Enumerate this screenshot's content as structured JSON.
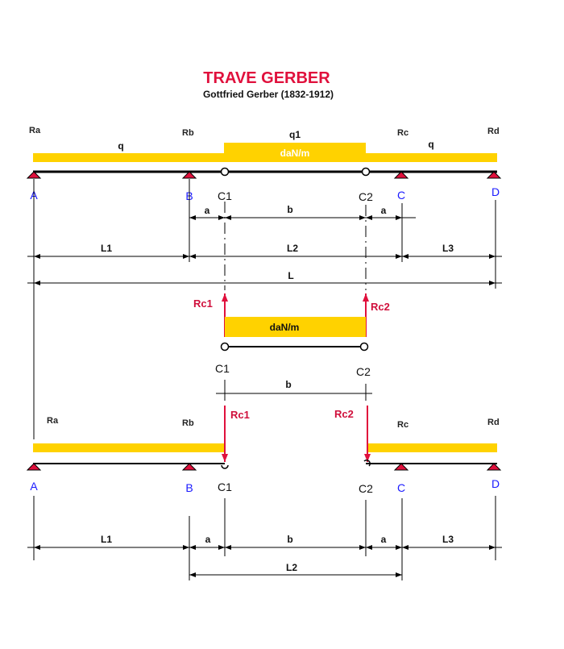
{
  "header": {
    "title": "TRAVE GERBER",
    "subtitle": "Gottfried Gerber (1832-1912)"
  },
  "colors": {
    "load": "#ffd200",
    "force": "#e0103c",
    "support": "#e0103c",
    "node": "#1a1aff",
    "beam": "#000000"
  },
  "top": {
    "reactions": {
      "ra": "Ra",
      "rb": "Rb",
      "rc": "Rc",
      "rd": "Rd"
    },
    "loads": {
      "q_left": "q",
      "q1": "q1",
      "q1_unit": "daN/m",
      "q_right": "q"
    },
    "nodes": {
      "a": "A",
      "b": "B",
      "c1": "C1",
      "c2": "C2",
      "c": "C",
      "d": "D"
    },
    "dims": {
      "a_left": "a",
      "b": "b",
      "a_right": "a",
      "l1": "L1",
      "l2": "L2",
      "l3": "L3",
      "l": "L"
    }
  },
  "middle": {
    "forces": {
      "rc1": "Rc1",
      "rc2": "Rc2"
    },
    "load_unit": "daN/m",
    "nodes": {
      "c1": "C1",
      "c2": "C2"
    },
    "dims": {
      "b": "b"
    }
  },
  "bottom": {
    "reactions": {
      "ra": "Ra",
      "rb": "Rb",
      "rc": "Rc",
      "rd": "Rd"
    },
    "forces": {
      "rc1": "Rc1",
      "rc2": "Rc2"
    },
    "nodes": {
      "a": "A",
      "b": "B",
      "c1": "C1",
      "c2": "C2",
      "c": "C",
      "d": "D"
    },
    "dims": {
      "l1": "L1",
      "a_left": "a",
      "b": "b",
      "a_right": "a",
      "l3": "L3",
      "l2": "L2"
    }
  }
}
